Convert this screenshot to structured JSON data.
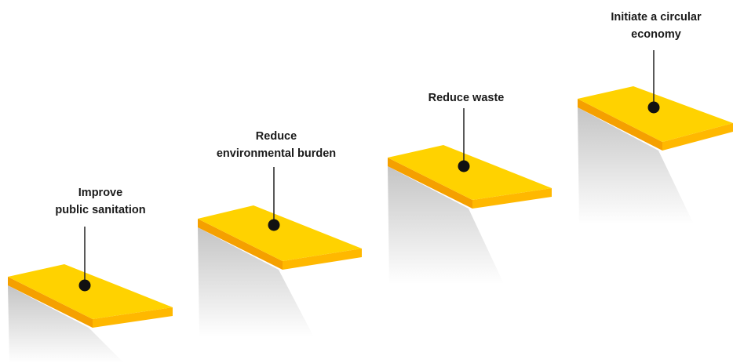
{
  "colors": {
    "top": "#FFD200",
    "front": "#F5A000",
    "right": "#FFB800",
    "dot": "#111111",
    "line": "#222222",
    "shadow_start": "#c4c4c4",
    "shadow_end": "#ffffff"
  },
  "steps": [
    {
      "line1": "Improve",
      "line2": "public sanitation"
    },
    {
      "line1": "Reduce",
      "line2": "environmental burden"
    },
    {
      "line1": "Reduce waste",
      "line2": ""
    },
    {
      "line1": "Initiate a circular",
      "line2": "economy"
    }
  ]
}
